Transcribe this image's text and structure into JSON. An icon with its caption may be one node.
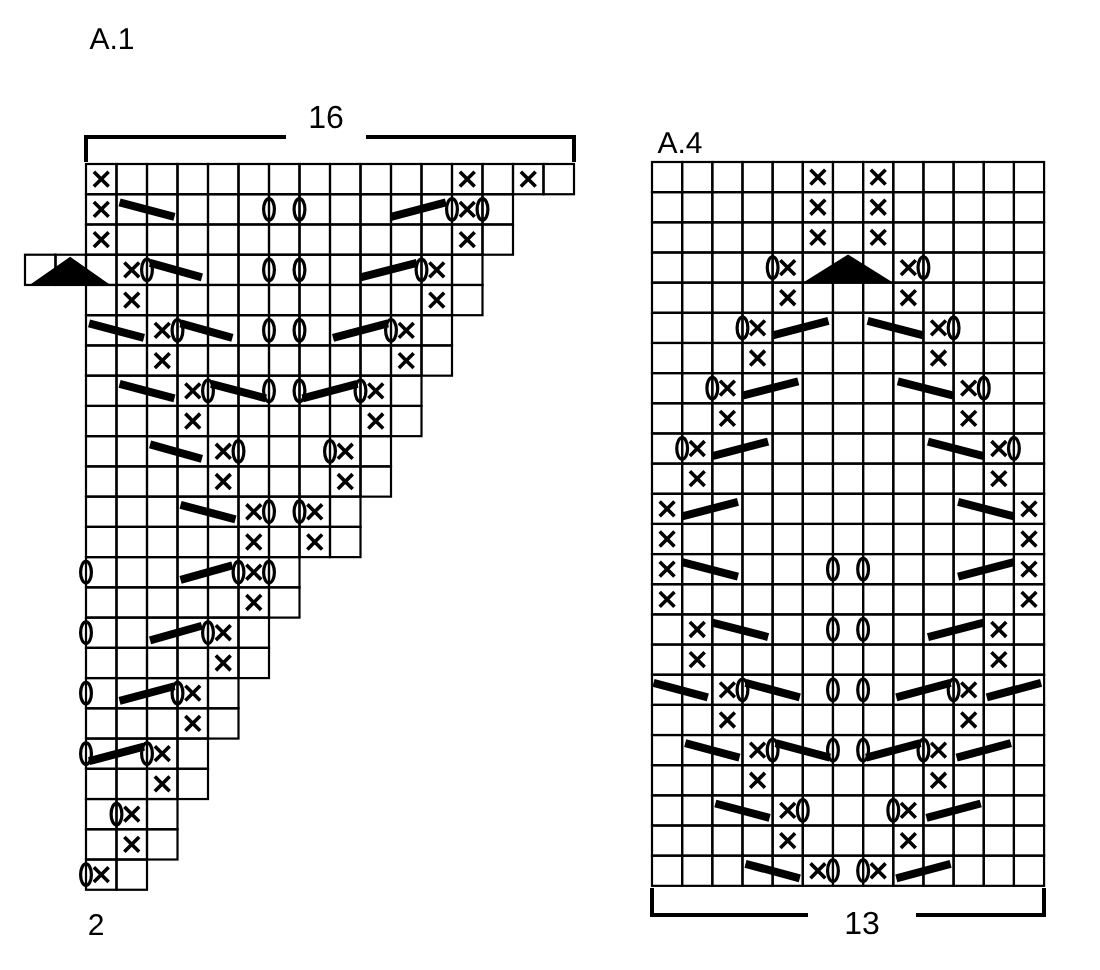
{
  "diagram": {
    "labels": [
      "A.1",
      "16",
      "A.4",
      "2",
      "13"
    ]
  }
}
